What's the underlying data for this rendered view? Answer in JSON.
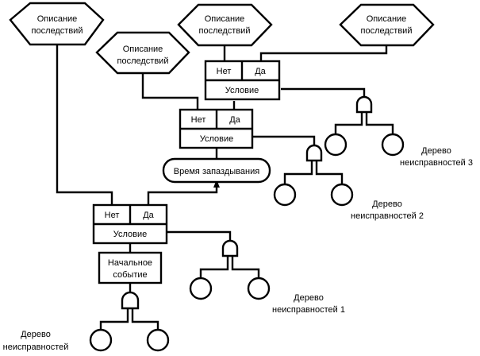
{
  "consequences": [
    {
      "line1": "Описание",
      "line2": "последствий"
    },
    {
      "line1": "Описание",
      "line2": "последствий"
    },
    {
      "line1": "Описание",
      "line2": "последствий"
    },
    {
      "line1": "Описание",
      "line2": "последствий"
    }
  ],
  "conditions": [
    {
      "no": "Нет",
      "yes": "Да",
      "label": "Условие"
    },
    {
      "no": "Нет",
      "yes": "Да",
      "label": "Условие"
    },
    {
      "no": "Нет",
      "yes": "Да",
      "label": "Условие"
    }
  ],
  "delay": {
    "label": "Время запаздывания"
  },
  "initiating_event": {
    "line1": "Начальное",
    "line2": "событие"
  },
  "fault_trees": [
    {
      "line1": "Дерево",
      "line2": "неисправностей"
    },
    {
      "line1": "Дерево",
      "line2": "неисправностей 1"
    },
    {
      "line1": "Дерево",
      "line2": "неисправностей 2"
    },
    {
      "line1": "Дерево",
      "line2": "неисправностей 3"
    }
  ]
}
